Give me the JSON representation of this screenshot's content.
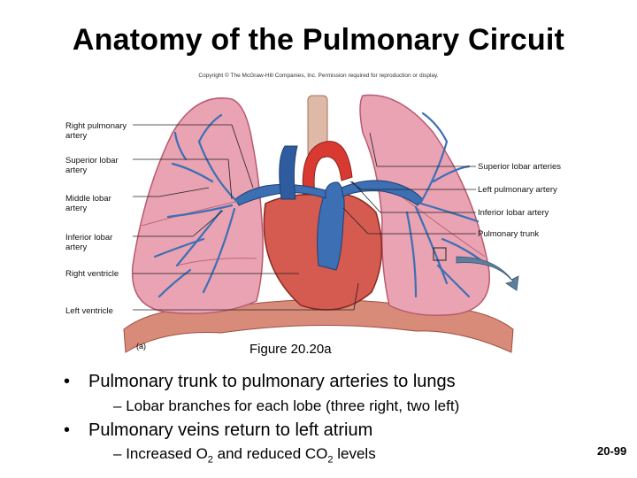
{
  "slide": {
    "title": "Anatomy of the Pulmonary Circuit",
    "copyright": "Copyright © The McGraw-Hill Companies, Inc. Permission required for reproduction or display.",
    "panel_label": "(a)",
    "figure_caption": "Figure 20.20a",
    "page_number": "20-99"
  },
  "labels_left": [
    "Right pulmonary artery",
    "Superior lobar artery",
    "Middle lobar artery",
    "Inferior lobar artery",
    "Right ventricle",
    "Left ventricle"
  ],
  "labels_right": [
    "Superior lobar arteries",
    "Left pulmonary artery",
    "Inferior lobar artery",
    "Pulmonary trunk"
  ],
  "bullets": {
    "b1": "Pulmonary trunk to pulmonary arteries to lungs",
    "s1": "Lobar branches for each lobe (three right, two left)",
    "b2": "Pulmonary veins return to left atrium",
    "s2_prefix": "Increased O",
    "s2_sub1": "2",
    "s2_middle": " and reduced CO",
    "s2_sub2": "2",
    "s2_suffix": " levels"
  },
  "colors": {
    "lung": "#e9a3b2",
    "lung_edge": "#b85a70",
    "artery_blue": "#3c6fb4",
    "heart_red": "#d83a32",
    "diaphragm": "#d98b7a"
  }
}
